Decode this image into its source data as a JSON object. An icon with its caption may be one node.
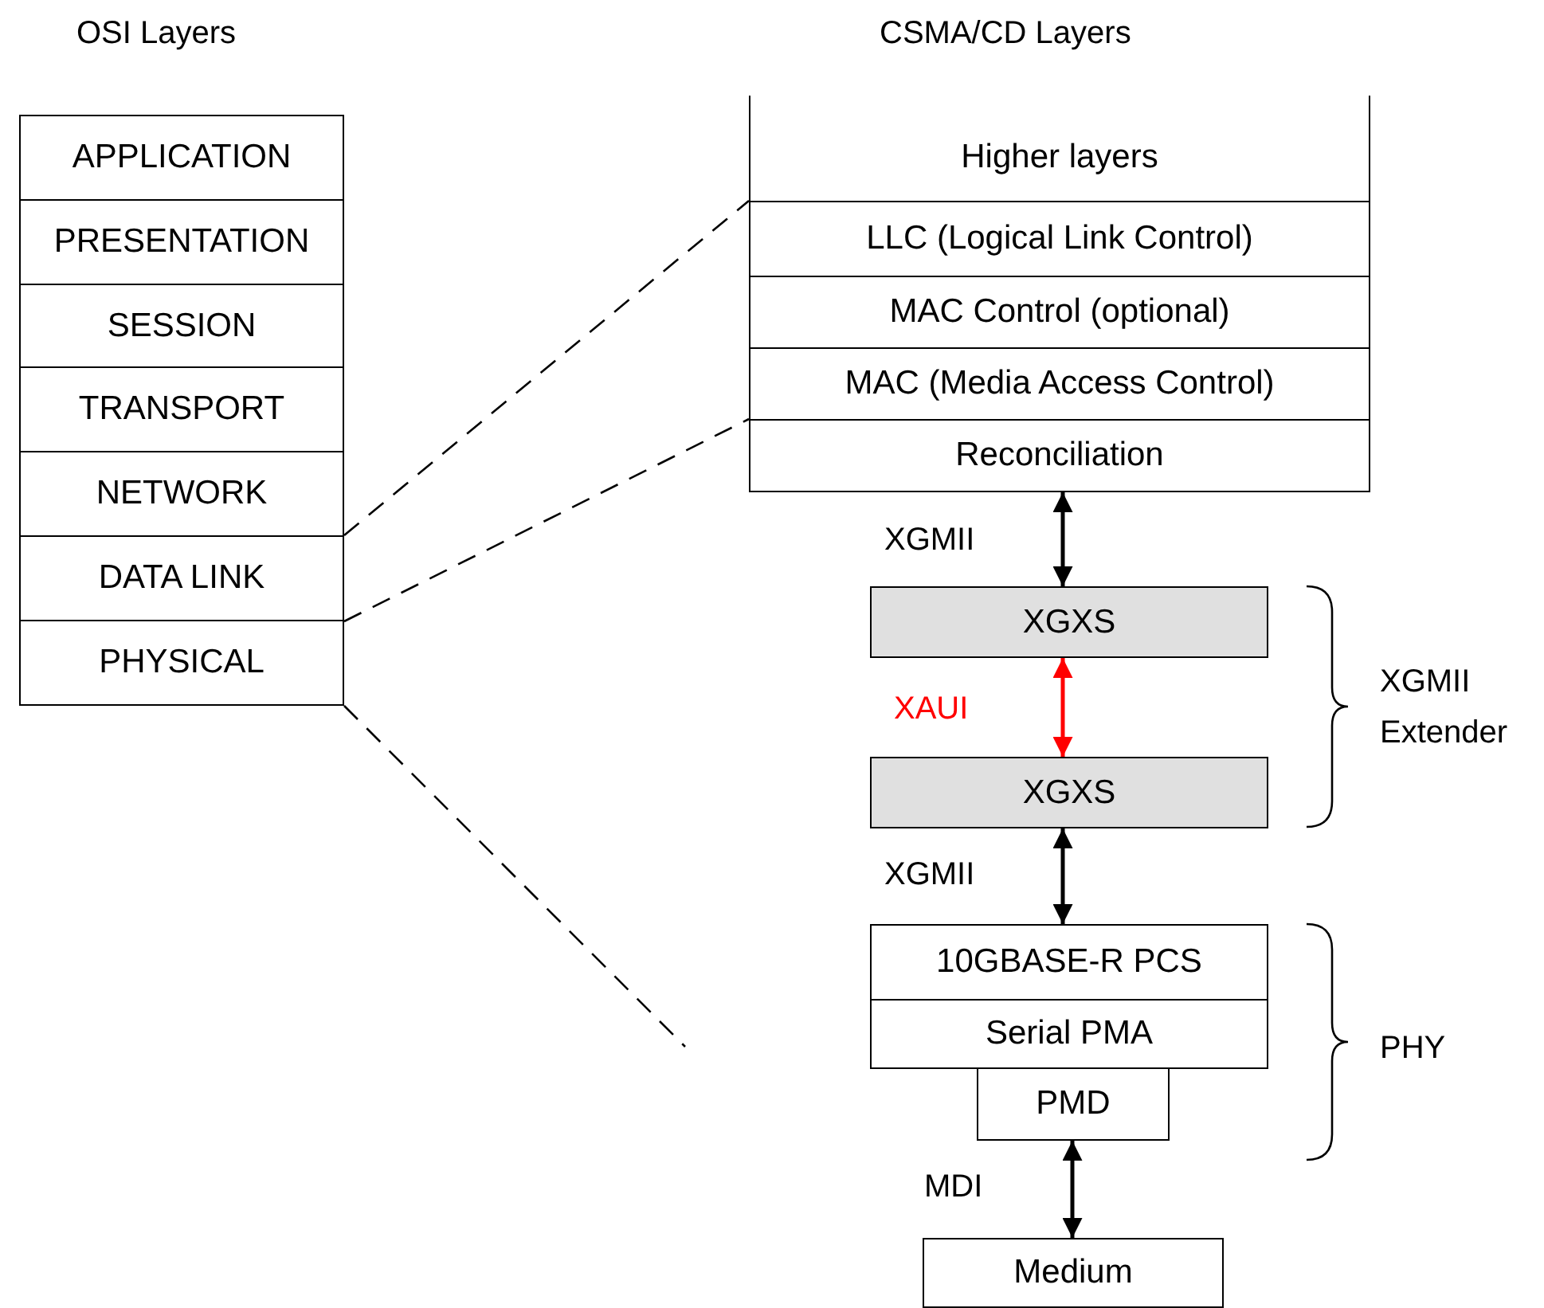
{
  "diagram": {
    "nodes": [
      {
        "text": [
          "APPLICATION"
        ]
      },
      {
        "text": [
          "PRESENTATION"
        ]
      },
      {
        "text": [
          "SESSION"
        ]
      },
      {
        "text": [
          "TRANSPORT"
        ]
      },
      {
        "text": [
          "NETWORK"
        ]
      },
      {
        "text": [
          "DATA LINK"
        ]
      },
      {
        "text": [
          "PHYSICAL"
        ]
      },
      {
        "text": [
          "Higher layers"
        ]
      },
      {
        "text": [
          "LLC (Logical Link Control)"
        ]
      },
      {
        "text": [
          "MAC Control (optional)"
        ]
      },
      {
        "text": [
          "MAC (Media Access Control)"
        ]
      },
      {
        "text": [
          "Reconciliation"
        ]
      },
      {
        "text": [
          "XGXS"
        ]
      },
      {
        "text": [
          "XGXS"
        ]
      },
      {
        "text": [
          "10GBASE-R PCS"
        ]
      },
      {
        "text": [
          "Serial PMA"
        ]
      },
      {
        "text": [
          "PMD"
        ]
      },
      {
        "text": [
          "Medium"
        ]
      }
    ],
    "edges": [
      {
        "from": 5,
        "to": 8,
        "arrow": "none",
        "style": "dashed"
      },
      {
        "from": 5,
        "to": 11,
        "arrow": "none",
        "style": "dashed"
      },
      {
        "from": 6,
        "to": null,
        "arrow": "none",
        "style": "dashed"
      },
      {
        "from": 11,
        "to": 12,
        "arrow": "both",
        "label": "XGMII"
      },
      {
        "from": 12,
        "to": 13,
        "arrow": "both",
        "label": "XAUI",
        "color": "#ff0000"
      },
      {
        "from": 13,
        "to": 14,
        "arrow": "both",
        "label": "XGMII"
      },
      {
        "from": 16,
        "to": 17,
        "arrow": "both",
        "label": "MDI"
      }
    ],
    "labels": [
      "OSI Layers",
      "CSMA/CD Layers",
      "XGMII Extender",
      "PHY"
    ]
  }
}
